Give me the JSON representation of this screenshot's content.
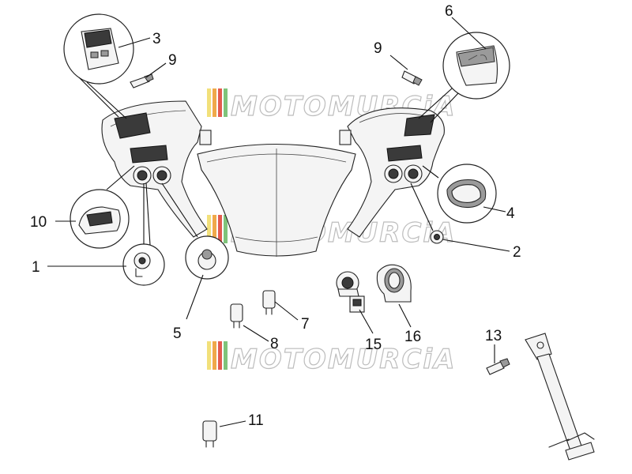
{
  "watermark": {
    "text": "MOTOMURCiA",
    "stripe_colors": [
      "#f2e07a",
      "#f0a94a",
      "#e35b4f",
      "#7fc37a"
    ]
  },
  "callouts": [
    {
      "id": "c1",
      "label": "1"
    },
    {
      "id": "c2",
      "label": "2"
    },
    {
      "id": "c3",
      "label": "3"
    },
    {
      "id": "c4",
      "label": "4"
    },
    {
      "id": "c5",
      "label": "5"
    },
    {
      "id": "c6",
      "label": "6"
    },
    {
      "id": "c7",
      "label": "7"
    },
    {
      "id": "c8",
      "label": "8"
    },
    {
      "id": "c9a",
      "label": "9"
    },
    {
      "id": "c9b",
      "label": "9"
    },
    {
      "id": "c10",
      "label": "10"
    },
    {
      "id": "c11",
      "label": "11"
    },
    {
      "id": "c13",
      "label": "13"
    },
    {
      "id": "c15",
      "label": "15"
    },
    {
      "id": "c16",
      "label": "16"
    }
  ]
}
